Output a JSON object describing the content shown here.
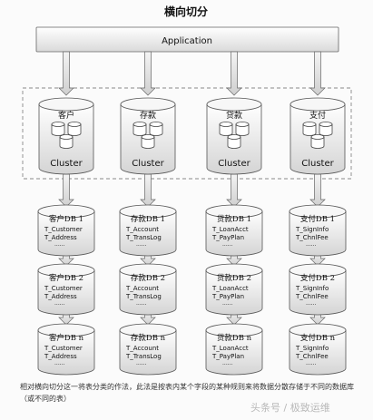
{
  "title": "横向切分",
  "application_label": "Application",
  "clusters": [
    {
      "name": "客户",
      "label": "Cluster"
    },
    {
      "name": "存款",
      "label": "Cluster"
    },
    {
      "name": "贷款",
      "label": "Cluster"
    },
    {
      "name": "支付",
      "label": "Cluster"
    }
  ],
  "databases": [
    [
      {
        "name": "客户DB 1",
        "tables": [
          "T_Customer",
          "T_Address"
        ],
        "more": "······"
      },
      {
        "name": "客户DB 2",
        "tables": [
          "T_Customer",
          "T_Address"
        ],
        "more": "······"
      },
      {
        "name": "客户DB n",
        "tables": [
          "T_Customer",
          "T_Address"
        ],
        "more": "······"
      }
    ],
    [
      {
        "name": "存款DB 1",
        "tables": [
          "T_Account",
          "T_TransLog"
        ],
        "more": "······"
      },
      {
        "name": "存款DB 2",
        "tables": [
          "T_Account",
          "T_TransLog"
        ],
        "more": "······"
      },
      {
        "name": "存款DB n",
        "tables": [
          "T_Account",
          "T_TransLog"
        ],
        "more": "······"
      }
    ],
    [
      {
        "name": "贷款DB 1",
        "tables": [
          "T_LoanAcct",
          "T_PayPlan"
        ],
        "more": "······"
      },
      {
        "name": "贷款DB 2",
        "tables": [
          "T_LoanAcct",
          "T_PayPlan"
        ],
        "more": "······"
      },
      {
        "name": "贷款DB n",
        "tables": [
          "T_LoanAcct",
          "T_PayPlan"
        ],
        "more": "······"
      }
    ],
    [
      {
        "name": "支付DB 1",
        "tables": [
          "T_SignInfo",
          "T_ChnlFee"
        ],
        "more": "······"
      },
      {
        "name": "支付DB 2",
        "tables": [
          "T_SignInfo",
          "T_ChnlFee"
        ],
        "more": "······"
      },
      {
        "name": "支付DB n",
        "tables": [
          "T_SignInfo",
          "T_ChnlFee"
        ],
        "more": "······"
      }
    ]
  ],
  "caption": "相对横向切分这一将表分类的作法，此法是按表内某个字段的某种规则来将数据分散存储于不同的数据库（或不同的表）",
  "watermark": "头条号 / 极致运维",
  "colors": {
    "stroke": "#555555",
    "fill_top": "#ffffff",
    "fill_bottom": "#d6d6d6",
    "dashed": "#888888"
  }
}
